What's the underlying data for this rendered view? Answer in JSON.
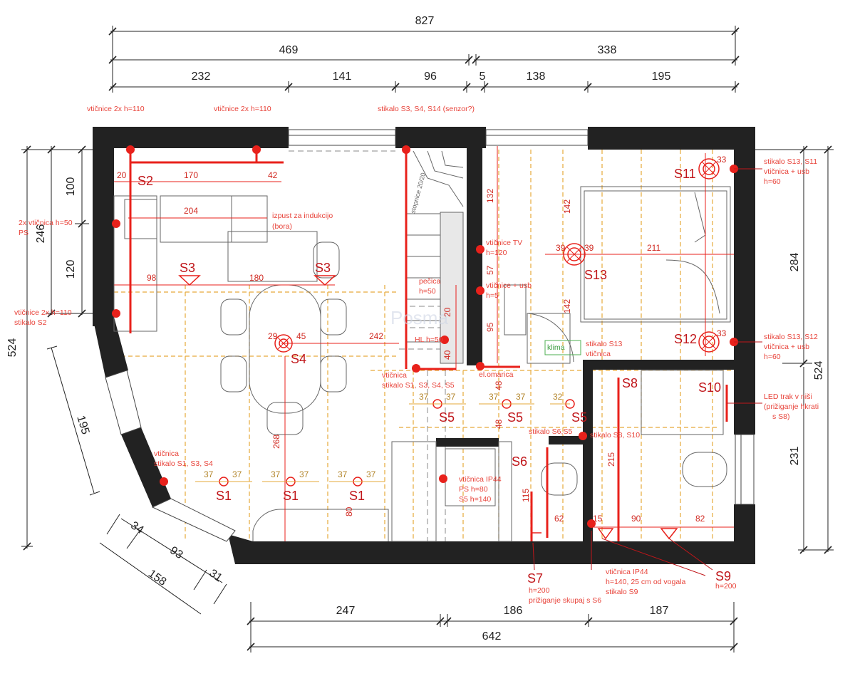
{
  "dimensions": {
    "top": [
      "827",
      "469",
      "338",
      "232",
      "141",
      "96",
      "5",
      "138",
      "195"
    ],
    "left": [
      "524",
      "246",
      "100",
      "120"
    ],
    "right": [
      "284",
      "524",
      "231"
    ],
    "bottom": [
      "247",
      "186",
      "187",
      "642"
    ],
    "diagonal": [
      "195",
      "34",
      "93",
      "158",
      "31"
    ]
  },
  "switches": {
    "s1": "S1",
    "s2": "S2",
    "s3": "S3",
    "s4": "S4",
    "s5": "S5",
    "s6": "S6",
    "s7": "S7",
    "s8": "S8",
    "s9": "S9",
    "s10": "S10",
    "s11": "S11",
    "s12": "S12",
    "s13": "S13"
  },
  "annotations": {
    "vticnice_a": "vtičnice 2x h=110",
    "vticnice_b": "vtičnice 2x h=110",
    "stikalo_top": "stikalo S3, S4, S14 (senzor?)",
    "stikalo_s13_l1": "stikalo S13, S11",
    "stikalo_s13_l2": "vtičnica + usb",
    "stikalo_s13_l3": "h=60",
    "ps_l1": "2x vtičnica h=50",
    "ps_l2": "PS",
    "izpust_l1": "izpust za indukcijo",
    "izpust_l2": "(bora)",
    "vtic_tv_l1": "vtičnice TV",
    "vtic_tv_l2": "h=120",
    "pecica_l1": "pečica",
    "pecica_l2": "h=50",
    "vtic_usb_l1": "vtičnice + usb",
    "vtic_usb_l2": "h=5",
    "vtic_s2_l1": "vtičnice 2x h=110",
    "vtic_s2_l2": "stikalo S2",
    "hl": "HL h=50",
    "klima": "klima",
    "stik_s13v_l1": "stikalo S13",
    "stik_s13v_l2": "vtičnica",
    "el_omarica": "el.omarica",
    "stik_s1s5_l1": "vtičnica",
    "stik_s1s5_l2": "stikalo S1, S3, S4, S5",
    "stik_s12_l1": "stikalo S13, S12",
    "stik_s12_l2": "vtičnica + usb",
    "stik_s12_l3": "h=60",
    "led_l1": "LED trak v niši",
    "led_l2": "(prižiganje hkrati",
    "led_l3": "s S8)",
    "stik_s6s5": "stikalo S6,S5",
    "stik_s8s10": "stikalo S8, S10",
    "vtic_s1_l1": "vtičnica",
    "vtic_s1_l2": "stikalo S1, S3, S4",
    "ip44_l1": "vtičnica IP44",
    "ip44_l2": "PS h=80",
    "ip44_l3": "S5 h=140",
    "s7_l1": "h=200",
    "s7_l2": "prižiganje skupaj s S6",
    "ip44b_l1": "vtičnica IP44",
    "ip44b_l2": "h=140, 25 cm od vogala",
    "ip44b_l3": "stikalo S9",
    "s9_h": "h=200",
    "stair": "stopnice 20/20"
  },
  "measures": {
    "r_20": "20",
    "r_170": "170",
    "r_42": "42",
    "r_204": "204",
    "r_98": "98",
    "r_180": "180",
    "r_29": "29",
    "r_45": "45",
    "r_242": "242",
    "r_39a": "39",
    "r_39b": "39",
    "r_211": "211",
    "r_142a": "142",
    "r_142b": "142",
    "r_33a": "33",
    "r_33b": "33",
    "r_132": "132",
    "r_57": "57",
    "r_95": "95",
    "r_40": "40",
    "r_20v": "20",
    "r_48a": "48",
    "r_48b": "48",
    "r_268": "268",
    "r_215": "215",
    "r_115": "115",
    "r_62": "62",
    "r_15": "15",
    "r_90": "90",
    "r_82": "82",
    "r_80": "80",
    "o_37": "37",
    "o_32": "32"
  },
  "watermark": "Posma",
  "colors": {
    "wall": "#222222",
    "red": "#e8211b",
    "orange": "#e6a93a",
    "grid": "#9a9a9a"
  }
}
